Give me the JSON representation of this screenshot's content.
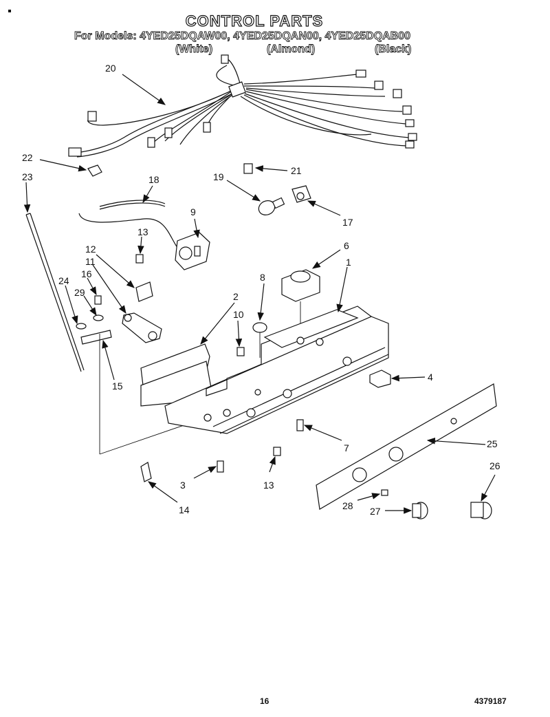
{
  "header": {
    "title": "CONTROL PARTS",
    "models_line": "For Models: 4YED25DQAW00,  4YED25DQAN00,  4YED25DQAB00",
    "colors": [
      "(White)",
      "(Almond)",
      "(Black)"
    ]
  },
  "callouts": [
    "20",
    "22",
    "23",
    "18",
    "19",
    "21",
    "17",
    "9",
    "13",
    "12",
    "11",
    "16",
    "24",
    "29",
    "15",
    "8",
    "6",
    "1",
    "2",
    "10",
    "4",
    "7",
    "25",
    "26",
    "3",
    "13",
    "14",
    "28",
    "27"
  ],
  "footer": {
    "page_number": "16",
    "part_number": "4379187"
  }
}
